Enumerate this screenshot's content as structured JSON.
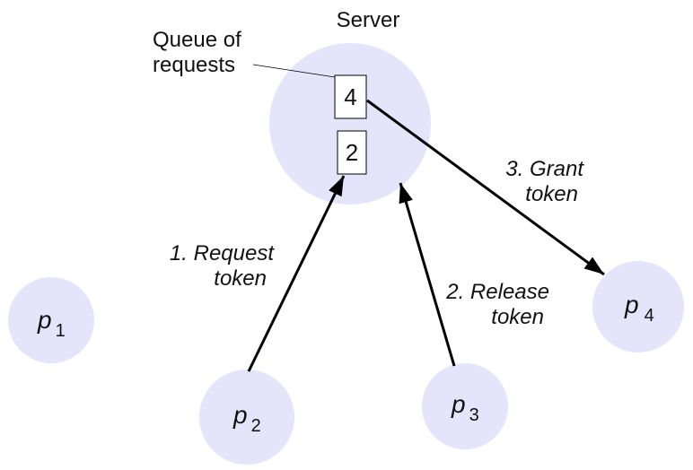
{
  "diagram": {
    "title": "Centralized mutual exclusion with a token server",
    "colors": {
      "node_fill": "#e4e4fa",
      "line": "#000000",
      "box_fill": "#ffffff",
      "text": "#111111"
    },
    "server": {
      "label": "Server",
      "queue_label_line1": "Queue of",
      "queue_label_line2": "requests",
      "queue": [
        "4",
        "2"
      ]
    },
    "processes": [
      {
        "id": "p1",
        "name": "p",
        "subscript": "1"
      },
      {
        "id": "p2",
        "name": "p",
        "subscript": "2"
      },
      {
        "id": "p3",
        "name": "p",
        "subscript": "3"
      },
      {
        "id": "p4",
        "name": "p",
        "subscript": "4"
      }
    ],
    "edges": [
      {
        "from": "p2",
        "to": "server",
        "label_line1": "1. Request",
        "label_line2": "token"
      },
      {
        "from": "p3",
        "to": "server",
        "label_line1": "2. Release",
        "label_line2": "token"
      },
      {
        "from": "server",
        "to": "p4",
        "label_line1": "3. Grant",
        "label_line2": "token"
      }
    ]
  }
}
